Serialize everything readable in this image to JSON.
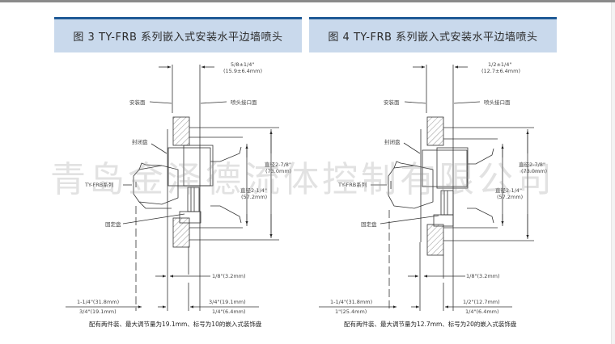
{
  "figures": [
    {
      "title": "图 3  TY-FRB 系列嵌入式安装水平边墙喷头",
      "labels": {
        "top_dim_1": "5/8±1/4\"",
        "top_dim_2": "(15.9±6.4mm)",
        "mount_surface": "安装面",
        "nozzle_surface": "喷头接口面",
        "seal_cup": "封闭盘",
        "series": "TY-FRB系列",
        "fixed_cup": "固定盘",
        "dia_outer_1": "直径2-7/8\"",
        "dia_outer_2": "(73.0mm)",
        "dia_inner_1": "直径2-1/4\"",
        "dia_inner_2": "(57.2mm)",
        "gap_dim": "1/8\"(3.2mm)",
        "left_dim_top": "1-1/4\"(31.8mm)",
        "left_dim_bottom": "3/4\"(19.1mm)",
        "right_dim_top": "3/4\"(19.1mm)",
        "right_dim_bottom": "1/4\"(6.4mm)"
      },
      "caption": "配有两件装、最大调节量为19.1mm、标号为10的嵌入式装饰盘"
    },
    {
      "title": "图 4  TY-FRB 系列嵌入式安装水平边墙喷头",
      "labels": {
        "top_dim_1": "1/2±1/4\"",
        "top_dim_2": "(12.7±6.4mm)",
        "mount_surface": "安装面",
        "nozzle_surface": "喷头接口面",
        "seal_cup": "封闭盘",
        "series": "TY-FRB系列",
        "fixed_cup": "固定盘",
        "dia_outer_1": "直径2-7/8\"",
        "dia_outer_2": "(73.0mm)",
        "dia_inner_1": "直径2-1/4\"",
        "dia_inner_2": "(57.2mm)",
        "gap_dim": "1/8\"(3.2mm)",
        "left_dim_top": "1-1/4\"(31.8mm)",
        "left_dim_bottom": "1\"(25.4mm)",
        "right_dim_top": "1/2\"(12.7mm)",
        "right_dim_bottom": "1/4\"(6.4mm)"
      },
      "caption": "配有两件装、最大调节量为12.7mm、标号为20的嵌入式装饰盘"
    }
  ],
  "watermark": "青岛金泽德流体控制有限公司",
  "colors": {
    "header_bg": "#c9d9ec",
    "header_border": "#1f5a96"
  }
}
